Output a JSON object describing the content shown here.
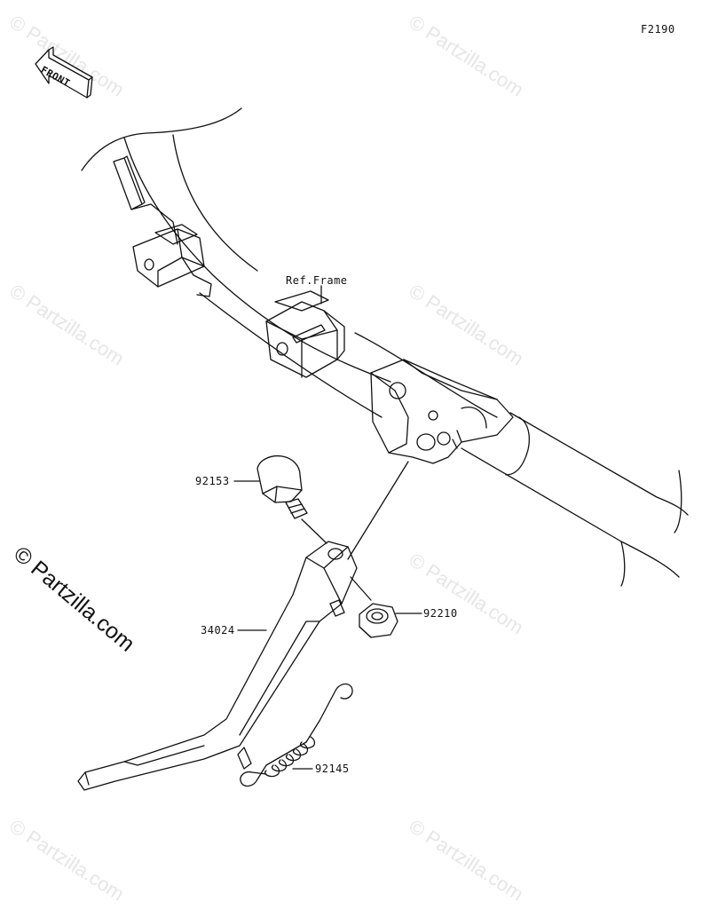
{
  "figure_code": "F2190",
  "front_label": "FRONT",
  "ref_label": "Ref.Frame",
  "parts": [
    {
      "number": "92153"
    },
    {
      "number": "92210"
    },
    {
      "number": "34024"
    },
    {
      "number": "92145"
    }
  ],
  "watermark": "© Partzilla.com",
  "colors": {
    "line": "#111111",
    "watermark": "#e6e6e6"
  }
}
